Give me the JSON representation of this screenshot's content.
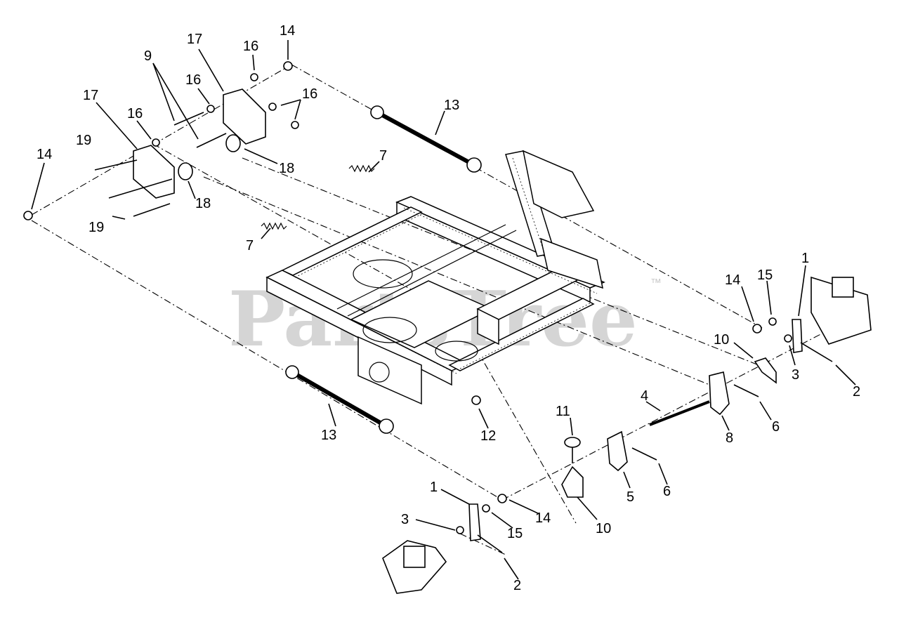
{
  "watermark": {
    "text": "PartsTree",
    "trademark": "™"
  },
  "callouts": [
    {
      "id": "c14a",
      "label": "14"
    },
    {
      "id": "c16a",
      "label": "16"
    },
    {
      "id": "c17a",
      "label": "17"
    },
    {
      "id": "c9",
      "label": "9"
    },
    {
      "id": "c16b",
      "label": "16"
    },
    {
      "id": "c16c",
      "label": "16"
    },
    {
      "id": "c17b",
      "label": "17"
    },
    {
      "id": "c16d",
      "label": "16"
    },
    {
      "id": "c19a",
      "label": "19"
    },
    {
      "id": "c14b",
      "label": "14"
    },
    {
      "id": "c18a",
      "label": "18"
    },
    {
      "id": "c18b",
      "label": "18"
    },
    {
      "id": "c19b",
      "label": "19"
    },
    {
      "id": "c13a",
      "label": "13"
    },
    {
      "id": "c7a",
      "label": "7"
    },
    {
      "id": "c7b",
      "label": "7"
    },
    {
      "id": "c1a",
      "label": "1"
    },
    {
      "id": "c14c",
      "label": "14"
    },
    {
      "id": "c15a",
      "label": "15"
    },
    {
      "id": "c10a",
      "label": "10"
    },
    {
      "id": "c3a",
      "label": "3"
    },
    {
      "id": "c2a",
      "label": "2"
    },
    {
      "id": "c4",
      "label": "4"
    },
    {
      "id": "c6a",
      "label": "6"
    },
    {
      "id": "c8",
      "label": "8"
    },
    {
      "id": "c12",
      "label": "12"
    },
    {
      "id": "c13b",
      "label": "13"
    },
    {
      "id": "c11",
      "label": "11"
    },
    {
      "id": "c5",
      "label": "5"
    },
    {
      "id": "c6b",
      "label": "6"
    },
    {
      "id": "c1b",
      "label": "1"
    },
    {
      "id": "c3b",
      "label": "3"
    },
    {
      "id": "c14d",
      "label": "14"
    },
    {
      "id": "c15b",
      "label": "15"
    },
    {
      "id": "c10b",
      "label": "10"
    },
    {
      "id": "c2b",
      "label": "2"
    }
  ]
}
